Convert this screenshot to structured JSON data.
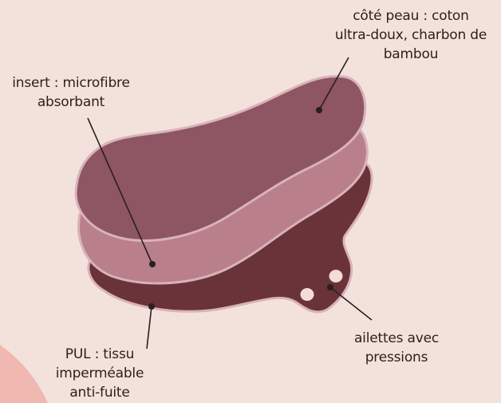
{
  "colors": {
    "background": "#f3e2db",
    "corner_accent": "#f0b8b0",
    "top_layer": "#8e5562",
    "middle_layer": "#b97f8b",
    "bottom_layer": "#6a3339",
    "outline": "#d9b2bb",
    "snap": "#f2ddd7",
    "leader_line": "#2a1f1f"
  },
  "labels": {
    "top_layer": [
      "côté peau : coton",
      "ultra-doux, charbon de",
      "bambou"
    ],
    "insert": [
      "insert : microfibre",
      "absorbant"
    ],
    "pul": [
      "PUL : tissu",
      "imperméable",
      "anti-fuite"
    ],
    "wings": [
      "ailettes avec",
      "pressions"
    ]
  }
}
